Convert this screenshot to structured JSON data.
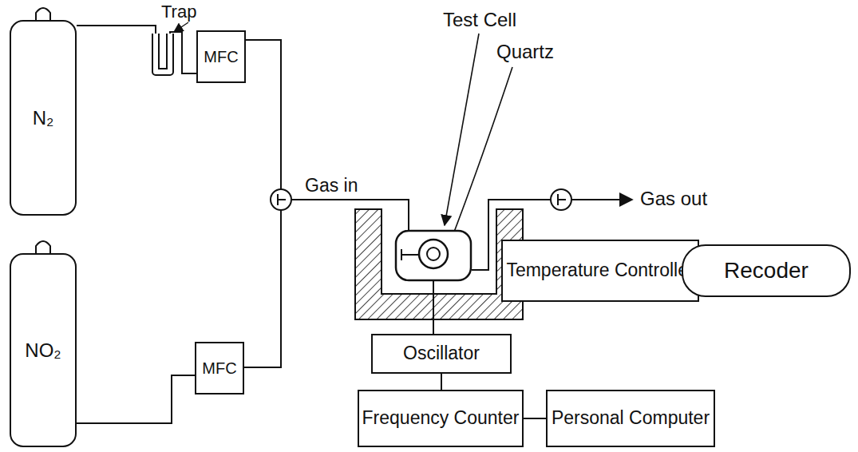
{
  "diagram": {
    "nodes": [
      {
        "text": [
          "N₂"
        ]
      },
      {
        "text": [
          "MFC"
        ]
      },
      {
        "text": [
          "Test Cell"
        ]
      },
      {
        "text": [
          "Temperature Controller"
        ]
      },
      {
        "text": [
          "Recoder"
        ]
      },
      {
        "text": [
          "NO₂"
        ]
      },
      {
        "text": [
          "Oscillator"
        ]
      },
      {
        "text": [
          "MFC"
        ]
      },
      {
        "text": [
          "Frequency Counter"
        ]
      },
      {
        "text": [
          "Personal Computer"
        ]
      }
    ],
    "edges": [
      {
        "from": 0,
        "to": 1,
        "arrow": "none"
      },
      {
        "from": 5,
        "to": 7,
        "arrow": "none"
      },
      {
        "from": 1,
        "to": 2,
        "arrow": "none"
      },
      {
        "from": 7,
        "to": 2,
        "arrow": "none"
      },
      {
        "from": 2,
        "to": 6,
        "arrow": "none"
      },
      {
        "from": 6,
        "to": 8,
        "arrow": "none"
      },
      {
        "from": 8,
        "to": 9,
        "arrow": "none"
      },
      {
        "from": 3,
        "to": 4,
        "arrow": "none"
      }
    ],
    "labels": [
      "Trap",
      "Quartz",
      "Gas in",
      "Gas out"
    ]
  }
}
